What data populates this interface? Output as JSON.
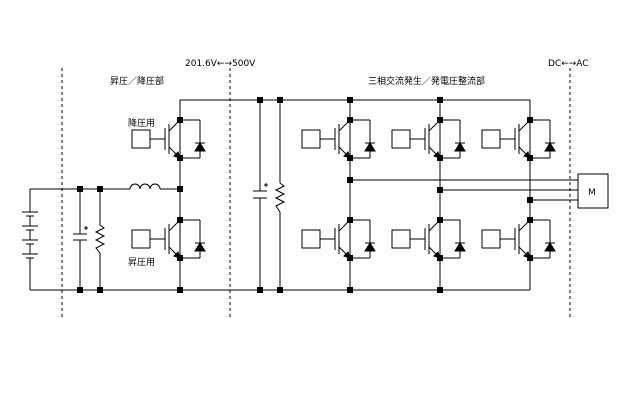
{
  "labels": {
    "voltage_range": "201.6V←→500V",
    "dc_ac": "DC←→AC",
    "boost_buck_section": "昇圧／降圧部",
    "inverter_section": "三相交流発生／発電圧整流部",
    "buck_label": "降圧用",
    "boost_label": "昇圧用",
    "motor": "M"
  },
  "colors": {
    "line": "#000000",
    "background": "#ffffff"
  }
}
